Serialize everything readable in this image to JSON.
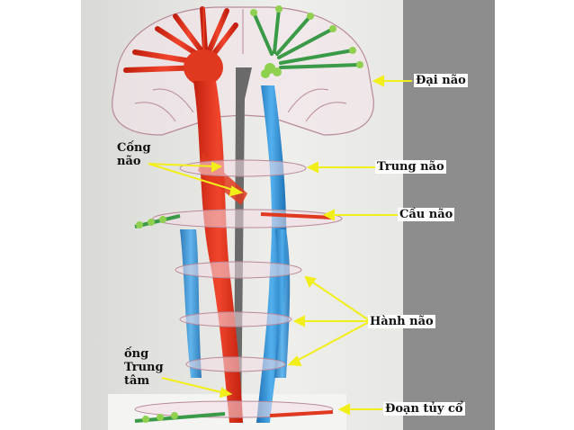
{
  "labels": {
    "dai_nao": "Đại não",
    "cong_nao_line1": "Cống",
    "cong_nao_line2": "não",
    "trung_nao": "Trung não",
    "cau_nao": "Cầu não",
    "hanh_nao": "Hành não",
    "ong_line1": "ống",
    "ong_line2": "Trung",
    "ong_line3": "tâm",
    "doan_tuy_co": "Đoạn tủy cổ"
  },
  "colors": {
    "arrow": "#f2ee1a",
    "motor_tract": "#e8331f",
    "sensory_tract": "#2e8fd6",
    "cortex_green": "#3fae4a",
    "background_wall": "#e9e9e6",
    "right_panel": "#8c8c8c"
  }
}
